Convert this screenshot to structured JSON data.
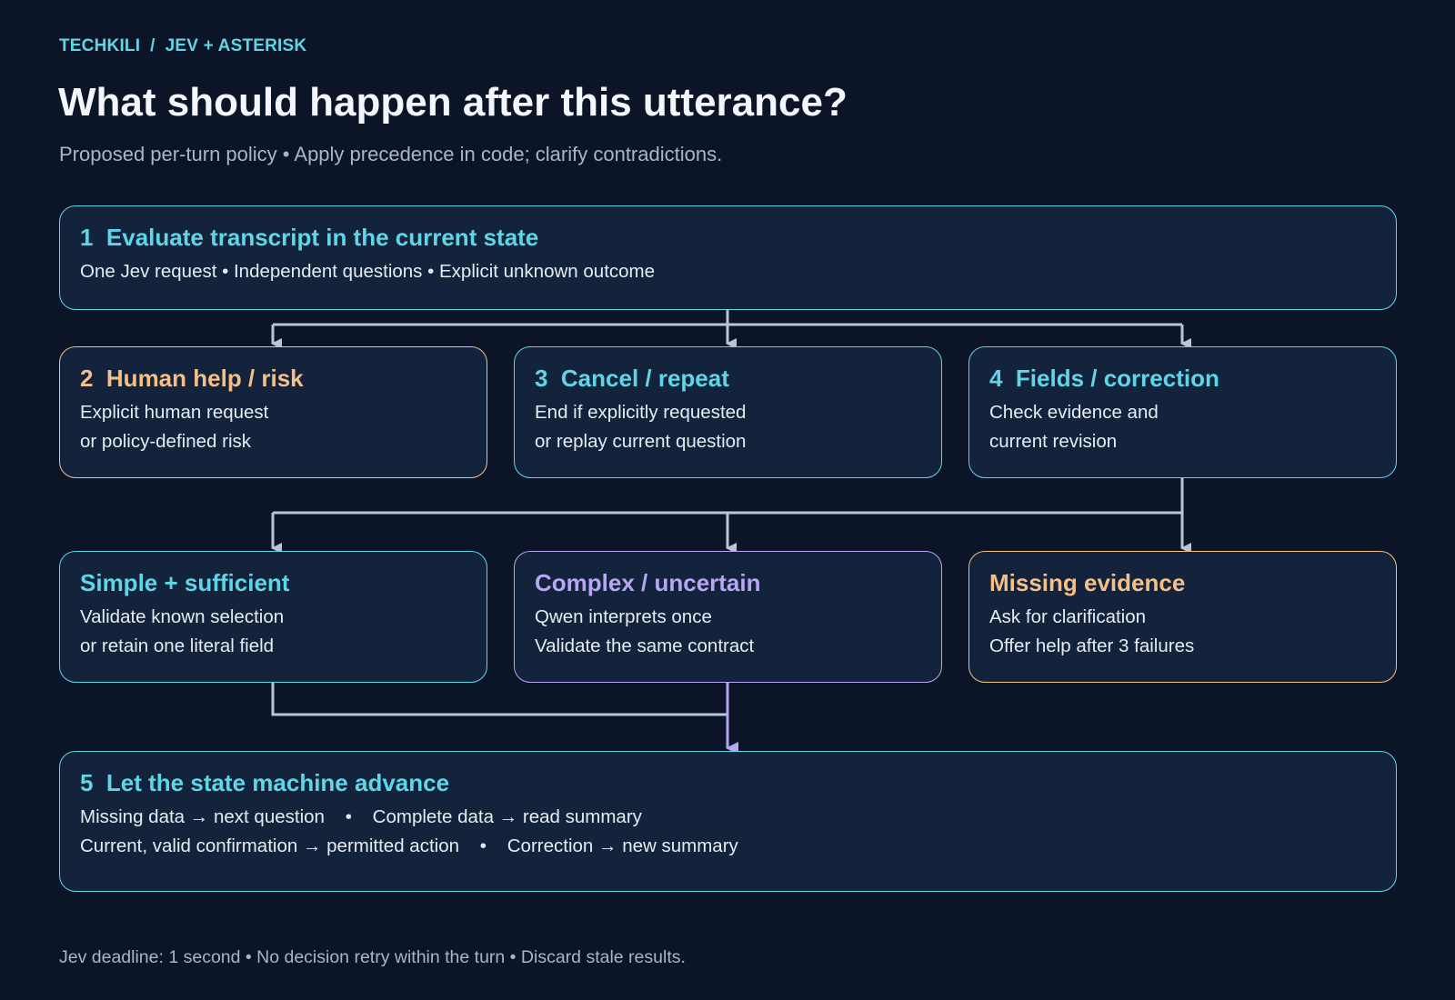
{
  "header": {
    "breadcrumb": "TECHKILI  /  JEV + ASTERISK",
    "title": "What should happen after this utterance?",
    "subtitle": "Proposed per-turn policy • Apply precedence in code; clarify contradictions."
  },
  "nodes": {
    "evaluate": {
      "title": "1  Evaluate transcript in the current state",
      "lines": [
        "One Jev request • Independent questions • Explicit unknown outcome"
      ]
    },
    "human_help": {
      "title": "2  Human help / risk",
      "lines": [
        "Explicit human request",
        "or policy-defined risk"
      ]
    },
    "cancel_repeat": {
      "title": "3  Cancel / repeat",
      "lines": [
        "End if explicitly requested",
        "or replay current question"
      ]
    },
    "fields_correction": {
      "title": "4  Fields / correction",
      "lines": [
        "Check evidence and",
        "current revision"
      ]
    },
    "simple": {
      "title": "Simple + sufficient",
      "lines": [
        "Validate known selection",
        "or retain one literal field"
      ]
    },
    "complex": {
      "title": "Complex / uncertain",
      "lines": [
        "Qwen interprets once",
        "Validate the same contract"
      ]
    },
    "missing": {
      "title": "Missing evidence",
      "lines": [
        "Ask for clarification",
        "Offer help after 3 failures"
      ]
    },
    "advance": {
      "title": "5  Let the state machine advance",
      "lines": [
        "Missing data → next question    •    Complete data → read summary",
        "Current, valid confirmation → permitted action    •    Correction → new summary"
      ]
    }
  },
  "footer": "Jev deadline: 1 second • No decision retry within the turn • Discard stale results.",
  "colors": {
    "background": "#0b1527",
    "box_fill": "#13233c",
    "cyan": "#5fd6e8",
    "orange": "#f4c088",
    "purple": "#b7a6f3",
    "connector": "#b9c5d8"
  }
}
